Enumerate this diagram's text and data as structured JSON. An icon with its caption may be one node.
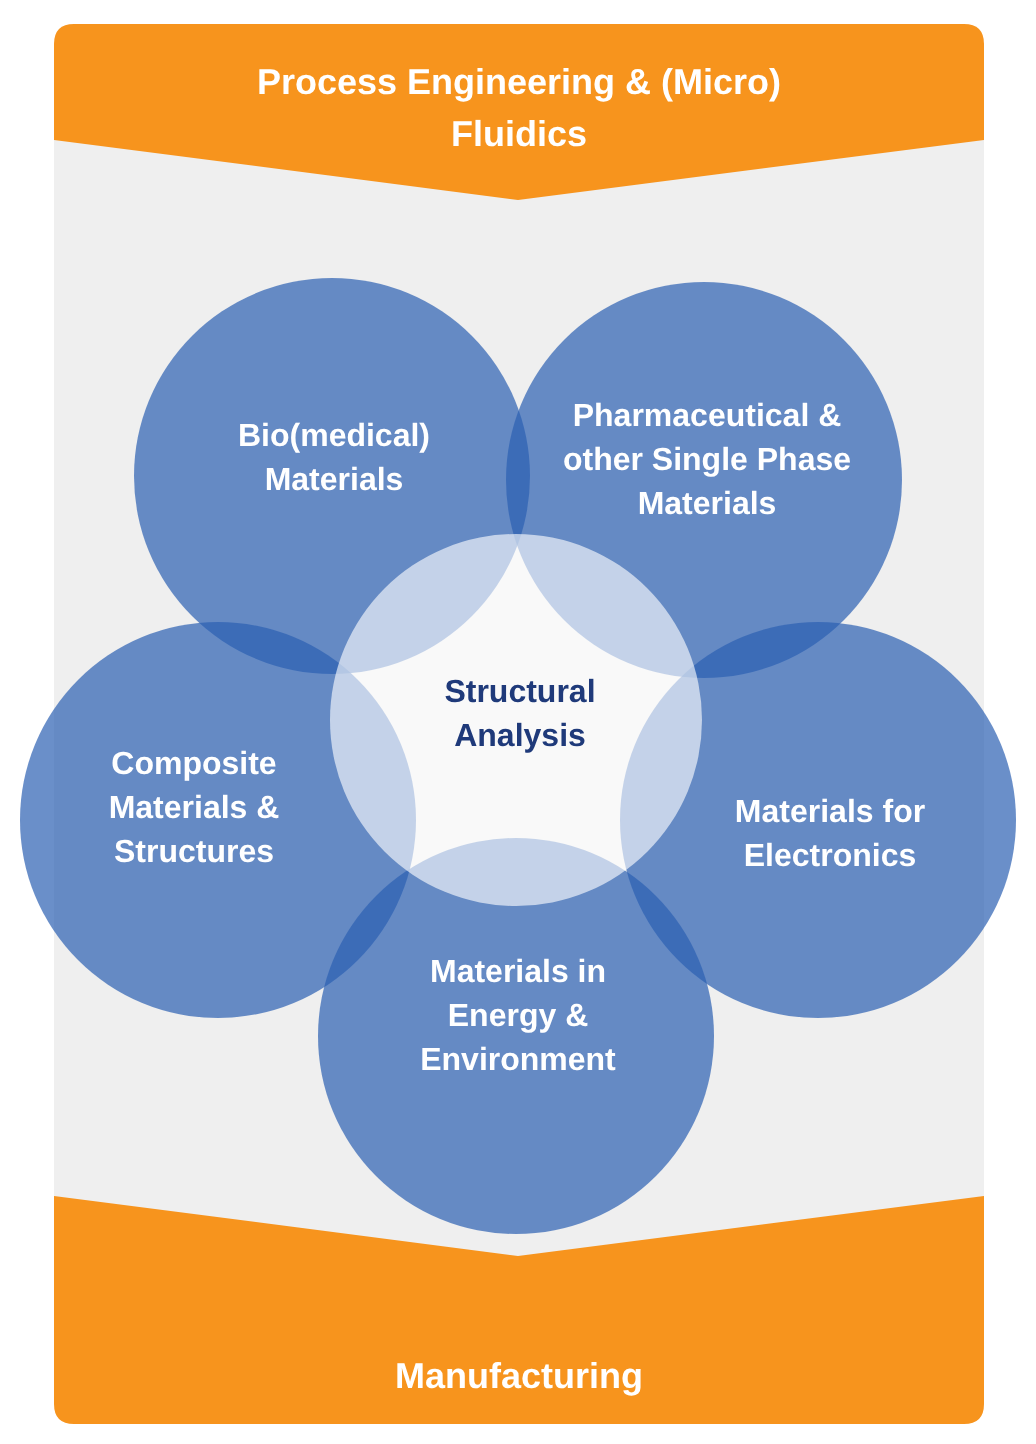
{
  "diagram": {
    "nodes": [
      {
        "text": [
          "Process Engineering & (Micro) Fluidics"
        ]
      },
      {
        "text": [
          "Bio(medical) Materials"
        ]
      },
      {
        "text": [
          "Pharmaceutical & other Single Phase Materials"
        ]
      },
      {
        "text": [
          "Structural Analysis"
        ]
      },
      {
        "text": [
          "Composite Materials & Structures"
        ]
      },
      {
        "text": [
          "Materials for Electronics"
        ]
      },
      {
        "text": [
          "Materials in Energy & Environment"
        ]
      },
      {
        "text": [
          "Manufacturing"
        ]
      }
    ]
  }
}
